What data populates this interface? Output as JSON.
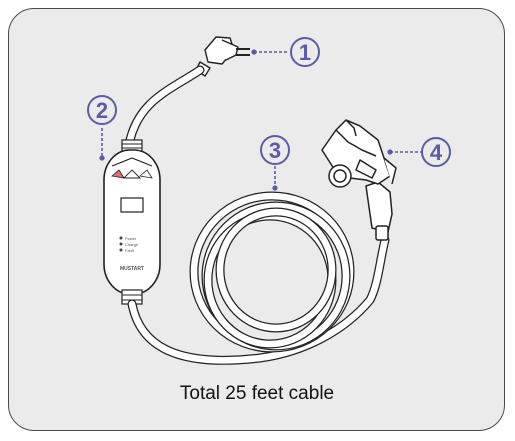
{
  "callouts": [
    {
      "number": "1",
      "part": "wall plug"
    },
    {
      "number": "2",
      "part": "control box"
    },
    {
      "number": "3",
      "part": "coiled cable"
    },
    {
      "number": "4",
      "part": "charging connector"
    }
  ],
  "control_box": {
    "brand": "MUSTART",
    "indicator_labels": [
      "Power",
      "Charge",
      "Fault"
    ]
  },
  "caption": "Total 25 feet cable",
  "colors": {
    "callout": "#5b5ba8",
    "frame_bg": "#ebebeb",
    "frame_border": "#4a4a4a",
    "line": "#222222"
  }
}
